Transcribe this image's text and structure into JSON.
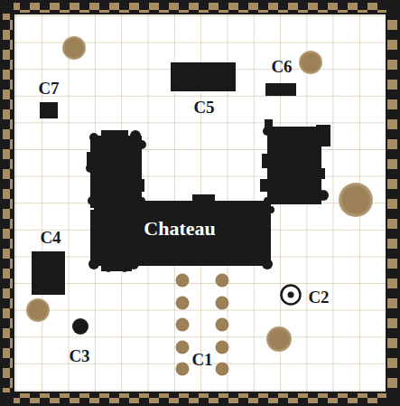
{
  "diagram": {
    "nodes": [
      {
        "text": [
          "Chateau"
        ]
      }
    ],
    "labels": [
      "C6",
      "C7",
      "C5",
      "C4",
      "C2",
      "C3",
      "C1"
    ]
  }
}
